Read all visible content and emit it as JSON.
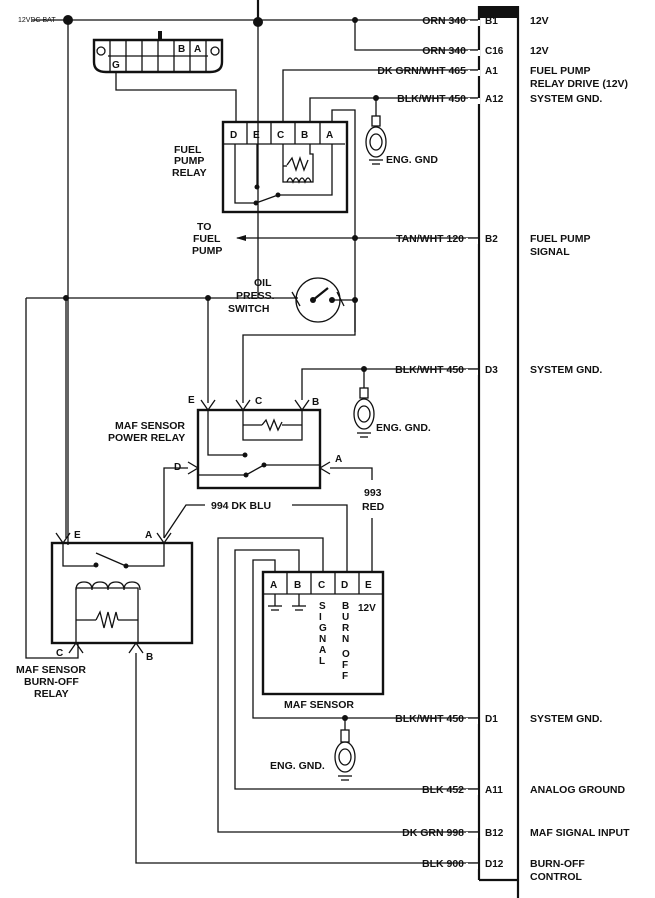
{
  "title": "Fuel Pump / MAF Sensor Wiring Diagram",
  "battery_label": "12VDC BAT",
  "ecm_pins": [
    {
      "wire": "ORN 340",
      "pin": "B1",
      "desc": [
        "12V"
      ]
    },
    {
      "wire": "ORN 340",
      "pin": "C16",
      "desc": [
        "12V"
      ]
    },
    {
      "wire": "DK GRN/WHT 465",
      "pin": "A1",
      "desc": [
        "FUEL PUMP",
        "RELAY DRIVE (12V)"
      ]
    },
    {
      "wire": "BLK/WHT 450",
      "pin": "A12",
      "desc": [
        "SYSTEM GND."
      ]
    },
    {
      "wire": "TAN/WHT 120",
      "pin": "B2",
      "desc": [
        "FUEL PUMP",
        "SIGNAL"
      ]
    },
    {
      "wire": "BLK/WHT 450",
      "pin": "D3",
      "desc": [
        "SYSTEM GND."
      ]
    },
    {
      "wire": "BLK/WHT 450",
      "pin": "D1",
      "desc": [
        "SYSTEM GND."
      ]
    },
    {
      "wire": "BLK 452",
      "pin": "A11",
      "desc": [
        "ANALOG GROUND"
      ]
    },
    {
      "wire": "DK GRN 998",
      "pin": "B12",
      "desc": [
        "MAF SIGNAL INPUT"
      ]
    },
    {
      "wire": "BLK 900",
      "pin": "D12",
      "desc": [
        "BURN-OFF",
        "CONTROL"
      ]
    }
  ],
  "diag_connector": {
    "pins": [
      "B",
      "A",
      "G"
    ]
  },
  "fuel_pump_relay": {
    "label": [
      "FUEL",
      "PUMP",
      "RELAY"
    ],
    "pins": [
      "D",
      "E",
      "C",
      "B",
      "A"
    ]
  },
  "to_fuel_pump": [
    "TO",
    "FUEL",
    "PUMP"
  ],
  "eng_gnd": "ENG. GND",
  "eng_gnd_dot": "ENG. GND.",
  "oil_switch": [
    "OIL",
    "PRESS.",
    "SWITCH"
  ],
  "maf_power_relay": {
    "label": [
      "MAF SENSOR",
      "POWER RELAY"
    ],
    "pins": [
      "E",
      "C",
      "B",
      "D",
      "A"
    ]
  },
  "wire_993": [
    "993",
    "RED"
  ],
  "wire_994": "994 DK BLU",
  "burnoff_relay": {
    "label": [
      "MAF SENSOR",
      "BURN-OFF",
      "RELAY"
    ],
    "pins": [
      "E",
      "A",
      "C",
      "B"
    ]
  },
  "maf_sensor": {
    "label": "MAF SENSOR",
    "pins": [
      "A",
      "B",
      "C",
      "D",
      "E"
    ],
    "signal": [
      "S",
      "I",
      "G",
      "N",
      "A",
      "L"
    ],
    "burn": [
      "B",
      "U",
      "R",
      "N"
    ],
    "off": [
      "O",
      "F",
      "F"
    ],
    "v12": "12V"
  }
}
